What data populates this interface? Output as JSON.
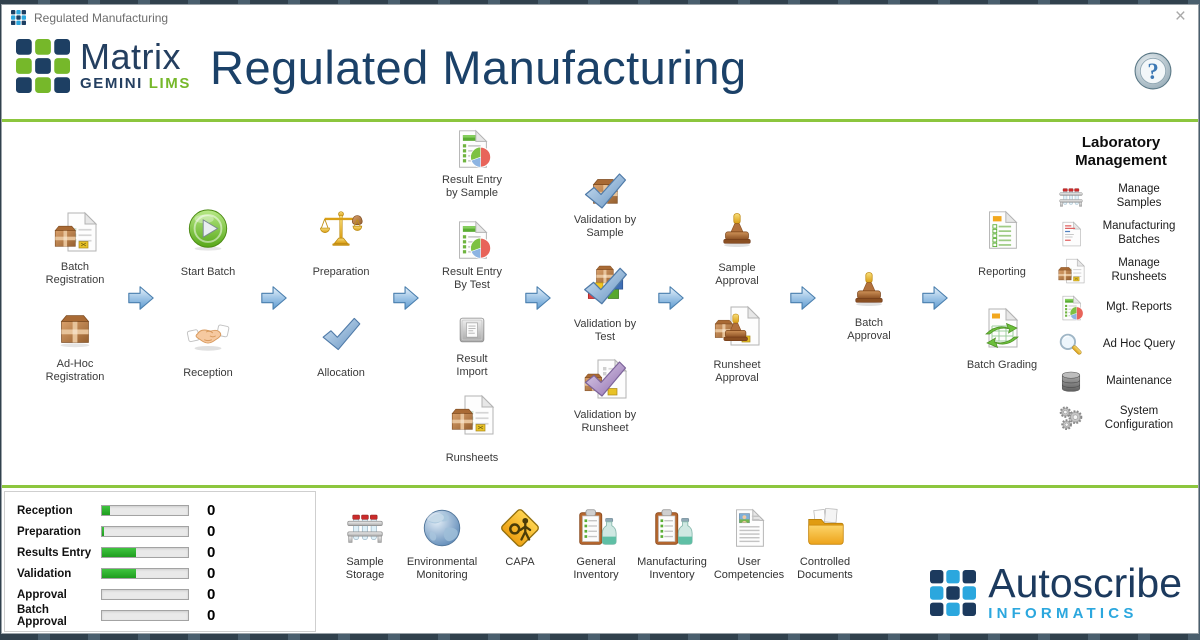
{
  "titlebar": {
    "title": "Regulated Manufacturing",
    "close_label": "×",
    "icon": "app-grid-icon"
  },
  "header": {
    "logo": {
      "brand": "Matrix",
      "sub_left": "GEMINI",
      "sub_right": "LIMS"
    },
    "title": "Regulated Manufacturing",
    "help_icon": "help-question-icon"
  },
  "workflow": {
    "nodes": [
      {
        "id": "batch-registration",
        "icon": "box-document",
        "label": [
          "Batch",
          "Registration"
        ]
      },
      {
        "id": "adhoc-registration",
        "icon": "package",
        "label": [
          "Ad-Hoc",
          "Registration"
        ]
      },
      {
        "id": "start-batch",
        "icon": "play",
        "label": [
          "Start Batch"
        ]
      },
      {
        "id": "reception",
        "icon": "handshake",
        "label": [
          "Reception"
        ]
      },
      {
        "id": "preparation",
        "icon": "scales",
        "label": [
          "Preparation"
        ]
      },
      {
        "id": "allocation",
        "icon": "check-blue",
        "label": [
          "Allocation"
        ]
      },
      {
        "id": "result-entry-sample",
        "icon": "document-pie",
        "label": [
          "Result Entry",
          "by Sample"
        ]
      },
      {
        "id": "result-entry-test",
        "icon": "document-pie",
        "label": [
          "Result Entry",
          "By Test"
        ]
      },
      {
        "id": "result-import",
        "icon": "import-gray",
        "label": [
          "Result",
          "Import"
        ]
      },
      {
        "id": "runsheets",
        "icon": "box-document",
        "label": [
          "Runsheets"
        ]
      },
      {
        "id": "validation-sample",
        "icon": "check-box",
        "label": [
          "Validation by",
          "Sample"
        ]
      },
      {
        "id": "validation-test",
        "icon": "check-blocks",
        "label": [
          "Validation by",
          "Test"
        ]
      },
      {
        "id": "validation-runsheet",
        "icon": "check-purple-doc",
        "label": [
          "Validation by",
          "Runsheet"
        ]
      },
      {
        "id": "sample-approval",
        "icon": "stamp",
        "label": [
          "Sample",
          "Approval"
        ]
      },
      {
        "id": "runsheet-approval",
        "icon": "stamp-doc",
        "label": [
          "Runsheet",
          "Approval"
        ]
      },
      {
        "id": "batch-approval",
        "icon": "stamp",
        "label": [
          "Batch",
          "Approval"
        ]
      },
      {
        "id": "reporting",
        "icon": "report-doc",
        "label": [
          "Reporting"
        ]
      },
      {
        "id": "batch-grading",
        "icon": "grading-doc",
        "label": [
          "Batch Grading"
        ]
      }
    ],
    "arrow_icon": "flow-arrow-icon"
  },
  "sidebar": {
    "title": "Laboratory Management",
    "items": [
      {
        "id": "manage-samples",
        "icon": "tube-rack",
        "label": [
          "Manage",
          "Samples"
        ]
      },
      {
        "id": "manufacturing-batches",
        "icon": "batch-doc",
        "label": [
          "Manufacturing",
          "Batches"
        ]
      },
      {
        "id": "manage-runsheets",
        "icon": "box-document",
        "label": [
          "Manage",
          "Runsheets"
        ]
      },
      {
        "id": "mgt-reports",
        "icon": "document-pie",
        "label": [
          "Mgt. Reports"
        ]
      },
      {
        "id": "ad-hoc-query",
        "icon": "magnifier",
        "label": [
          "Ad Hoc Query"
        ]
      },
      {
        "id": "maintenance",
        "icon": "database",
        "label": [
          "Maintenance"
        ]
      },
      {
        "id": "system-configuration",
        "icon": "gears",
        "label": [
          "System",
          "Configuration"
        ]
      }
    ]
  },
  "status_panel": {
    "rows": [
      {
        "label": "Reception",
        "value": "0",
        "fill_percent": 9
      },
      {
        "label": "Preparation",
        "value": "0",
        "fill_percent": 2
      },
      {
        "label": "Results Entry",
        "value": "0",
        "fill_percent": 40
      },
      {
        "label": "Validation",
        "value": "0",
        "fill_percent": 40
      },
      {
        "label": "Approval",
        "value": "0",
        "fill_percent": 0
      },
      {
        "label": "Batch Approval",
        "value": "0",
        "fill_percent": 0
      }
    ]
  },
  "modules": [
    {
      "id": "sample-storage",
      "icon": "tube-rack",
      "label": [
        "Sample",
        "Storage"
      ]
    },
    {
      "id": "environmental-monitoring",
      "icon": "globe",
      "label": [
        "Environmental",
        "Monitoring"
      ]
    },
    {
      "id": "capa",
      "icon": "warning-diamond",
      "label": [
        "CAPA"
      ]
    },
    {
      "id": "general-inventory",
      "icon": "clipboard-bottle",
      "label": [
        "General",
        "Inventory"
      ]
    },
    {
      "id": "manufacturing-inventory",
      "icon": "clipboard-bottle",
      "label": [
        "Manufacturing",
        "Inventory"
      ]
    },
    {
      "id": "user-competencies",
      "icon": "user-doc",
      "label": [
        "User",
        "Competencies"
      ]
    },
    {
      "id": "controlled-documents",
      "icon": "folder-docs",
      "label": [
        "Controlled",
        "Documents"
      ]
    }
  ],
  "footer_logo": {
    "brand": "Autoscribe",
    "sub": "INFORMATICS"
  },
  "colors": {
    "accent_green": "#8cc63e",
    "navy": "#1b4168",
    "logo_green": "#76b82a",
    "light_blue": "#2ba7de",
    "bar_green": "#2db52d",
    "arrow_blue": "#5e9bd0"
  }
}
